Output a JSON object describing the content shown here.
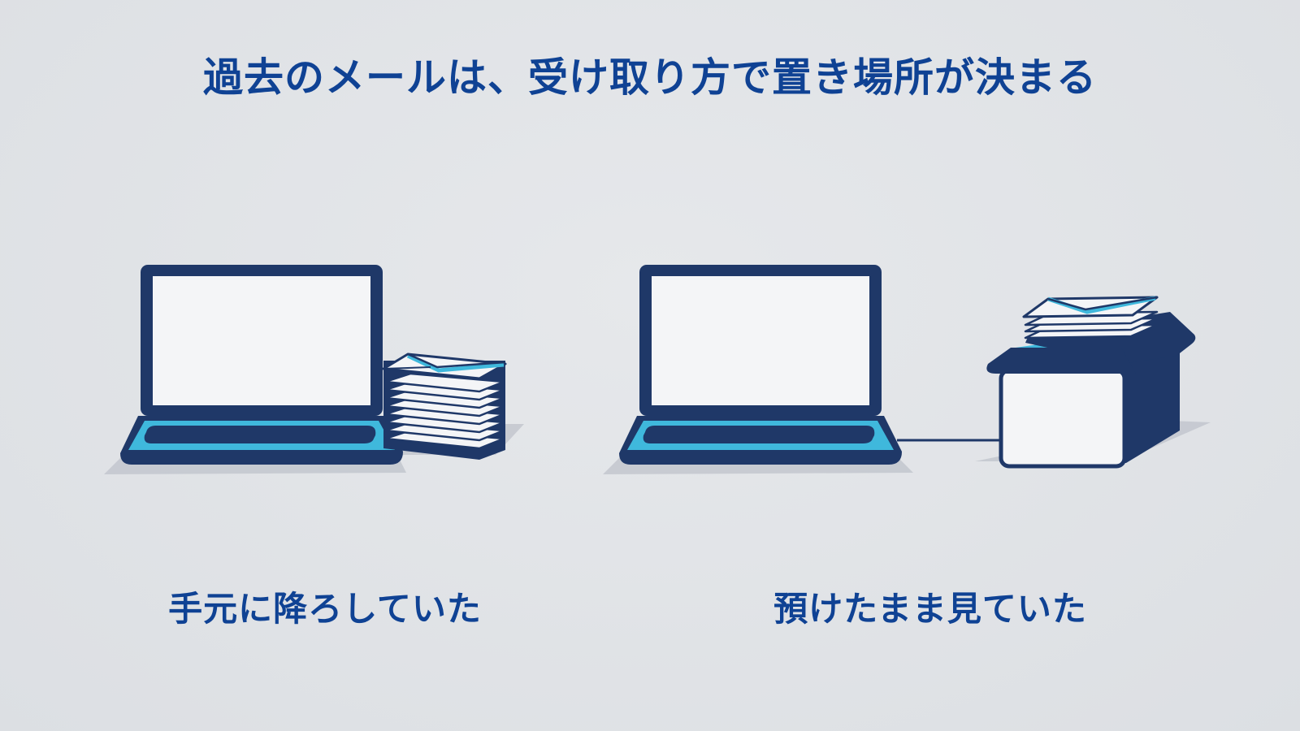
{
  "title": "過去のメールは、受け取り方で置き場所が決まる",
  "left_panel": {
    "caption": "手元に降ろしていた",
    "illustration": [
      "laptop-icon",
      "mail-stack-icon"
    ]
  },
  "right_panel": {
    "caption": "預けたまま見ていた",
    "illustration": [
      "laptop-icon",
      "server-box-icon",
      "envelope-icon"
    ]
  },
  "colors": {
    "navy": "#1f3868",
    "cyan": "#3fb8dc",
    "screen": "#f4f5f7",
    "title_text": "#0f4294",
    "background": "#dfe1e5"
  }
}
